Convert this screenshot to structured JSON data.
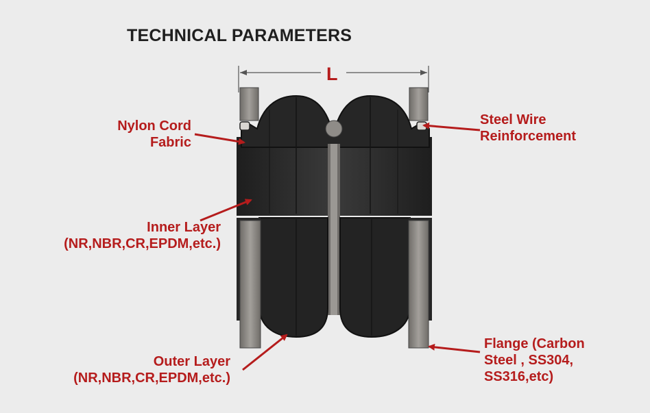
{
  "title": "TECHNICAL PARAMETERS",
  "dimension_label": "L",
  "colors": {
    "accent": "#b51c1c",
    "rubber": "#2b2b2b",
    "flange": "#8a8783",
    "background": "#ececec"
  },
  "labels": {
    "nylon_cord": [
      "Nylon Cord",
      "Fabric"
    ],
    "steel_wire": [
      "Steel Wire",
      "Reinforcement"
    ],
    "inner_layer": [
      "Inner Layer",
      "(NR,NBR,CR,EPDM,etc.)"
    ],
    "outer_layer": [
      "Outer Layer",
      "(NR,NBR,CR,EPDM,etc.)"
    ],
    "flange": [
      "Flange (Carbon",
      "Steel , SS304,",
      "SS316,etc)"
    ]
  }
}
